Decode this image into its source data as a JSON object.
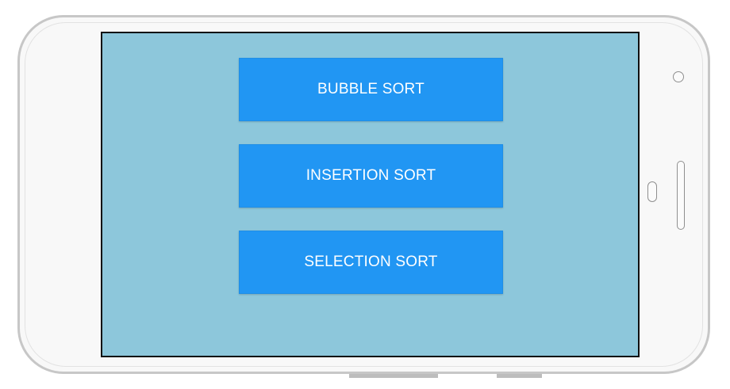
{
  "screen": {
    "background_color": "#8dc7db"
  },
  "menu": {
    "button_color": "#2196f3",
    "buttons": [
      {
        "label": "BUBBLE SORT"
      },
      {
        "label": "INSERTION SORT"
      },
      {
        "label": "SELECTION SORT"
      }
    ]
  }
}
